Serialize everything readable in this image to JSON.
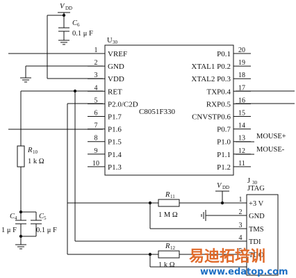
{
  "vdd_top": {
    "label": "V",
    "sub": "DD"
  },
  "c6": {
    "name": "C",
    "sub": "6",
    "value": "0.1 μ F"
  },
  "u30": {
    "ref": "U",
    "ref_sub": "30",
    "part": "C8051F330",
    "left_pins": [
      {
        "num": "1",
        "name": "VREF"
      },
      {
        "num": "2",
        "name": "GND"
      },
      {
        "num": "3",
        "name": "VDD"
      },
      {
        "num": "4",
        "name": "RET"
      },
      {
        "num": "5",
        "name": "P2.0/C2D"
      },
      {
        "num": "6",
        "name": "P1.7"
      },
      {
        "num": "7",
        "name": "P1.6"
      },
      {
        "num": "8",
        "name": "P1.5"
      },
      {
        "num": "9",
        "name": "P1.4"
      },
      {
        "num": "10",
        "name": "P1.3"
      }
    ],
    "right_pins": [
      {
        "num": "20",
        "name": "P0.1"
      },
      {
        "num": "19",
        "name": "XTAL1 P0.2"
      },
      {
        "num": "18",
        "name": "XTAL2 P0.3"
      },
      {
        "num": "17",
        "name": "TXP0.4"
      },
      {
        "num": "16",
        "name": "RXP0.5"
      },
      {
        "num": "15",
        "name": "CNVSTP0.6"
      },
      {
        "num": "14",
        "name": "P0.7"
      },
      {
        "num": "13",
        "name": "P1.0"
      },
      {
        "num": "12",
        "name": "P1.1"
      },
      {
        "num": "11",
        "name": "P1.2"
      }
    ],
    "signal_mouse_plus": "MOUSE+",
    "signal_mouse_minus": "MOUSE-"
  },
  "r10": {
    "name": "R",
    "sub": "10",
    "value": "1 k Ω"
  },
  "c4": {
    "name": "C",
    "sub": "4",
    "value": "1 μ F"
  },
  "c5": {
    "name": "C",
    "sub": "5",
    "value": "0.1 μ F"
  },
  "r11": {
    "name": "R",
    "sub": "11",
    "value": "1 M Ω"
  },
  "r12": {
    "name": "R",
    "sub": "12",
    "value": "1 k Ω"
  },
  "vdd_jtag": {
    "label": "V",
    "sub": "DD"
  },
  "j30": {
    "ref": "J",
    "ref_sub": "30",
    "title": "JTAG",
    "pins": [
      {
        "num": "1",
        "name": "+3 V"
      },
      {
        "num": "2",
        "name": "GND"
      },
      {
        "num": "3",
        "name": "TMS"
      },
      {
        "num": "4",
        "name": "TDI"
      },
      {
        "num": "5",
        "name": "TDO"
      }
    ]
  },
  "watermark": {
    "cn": "易迪拓培训",
    "url": "www.edatop.com"
  }
}
